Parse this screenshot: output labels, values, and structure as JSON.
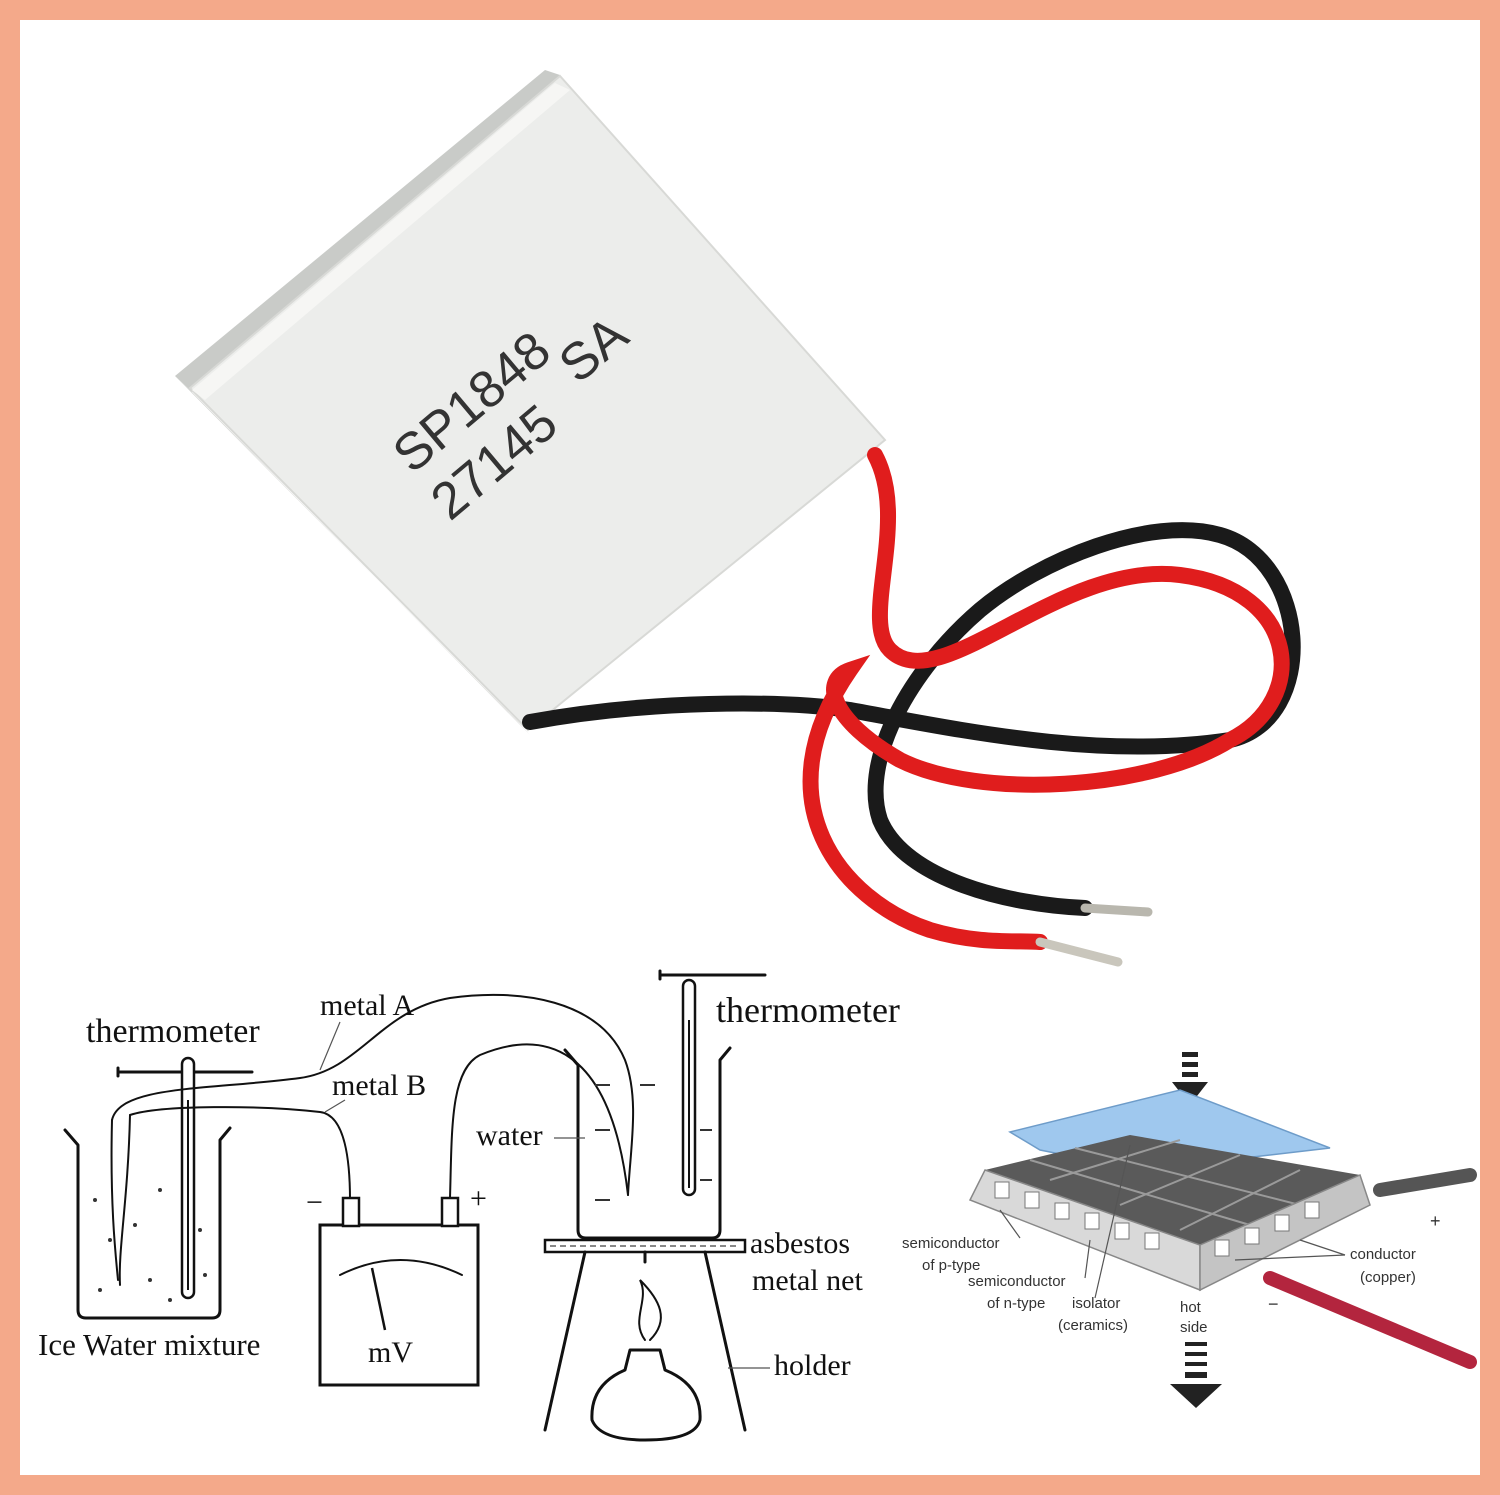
{
  "module": {
    "label_line1": "SP1848",
    "label_line2": "SA",
    "label_line3": "27145"
  },
  "experiment": {
    "thermometer_left": "thermometer",
    "metal_a": "metal A",
    "metal_b": "metal B",
    "thermometer_right": "thermometer",
    "water": "water",
    "minus": "−",
    "plus": "+",
    "asbestos": "asbestos",
    "metal_net": "metal net",
    "ice_water": "Ice Water mixture",
    "meter_unit": "mV",
    "holder": "holder"
  },
  "structure": {
    "semiconductor_p_1": "semiconductor",
    "semiconductor_p_2": "of p-type",
    "semiconductor_n_1": "semiconductor",
    "semiconductor_n_2": "of n-type",
    "isolator_1": "isolator",
    "isolator_2": "(ceramics)",
    "hot_1": "hot",
    "hot_2": "side",
    "conductor_1": "conductor",
    "conductor_2": "(copper)",
    "plus": "+",
    "minus": "−"
  },
  "colors": {
    "border": "#f4a98a",
    "wire_red": "#e01d1d",
    "wire_black": "#1a1a1a",
    "ceramic": "#ecedeb",
    "cold_plate": "#9fc8ee"
  }
}
